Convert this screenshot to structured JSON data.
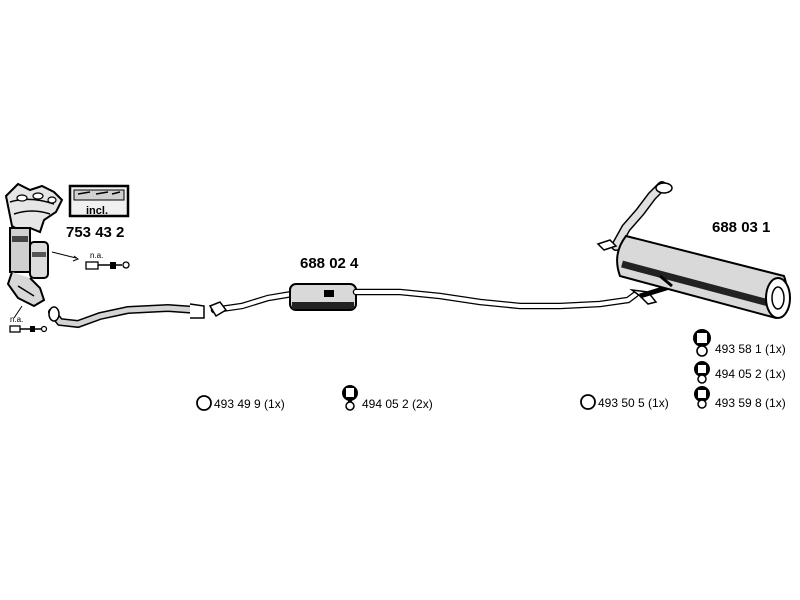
{
  "parts": {
    "manifold": {
      "number": "753 43 2",
      "incl_label": "incl."
    },
    "front_sensor": {
      "label": "n.a."
    },
    "lower_sensor": {
      "label": "n.a."
    },
    "middle_silencer": {
      "number": "688 02 4"
    },
    "rear_silencer": {
      "number": "688 03 1"
    }
  },
  "mounting_parts": [
    {
      "number": "493 49 9 (1x)",
      "icon": "ring-icon"
    },
    {
      "number": "494 05 2 (2x)",
      "icon": "rubber-hanger-icon"
    },
    {
      "number": "493 50 5 (1x)",
      "icon": "ring-icon"
    },
    {
      "number": "493 58 1 (1x)",
      "icon": "rubber-hanger-icon"
    },
    {
      "number": "494 05 2 (1x)",
      "icon": "rubber-hanger-icon"
    },
    {
      "number": "493 59 8 (1x)",
      "icon": "rubber-hanger-icon"
    }
  ]
}
